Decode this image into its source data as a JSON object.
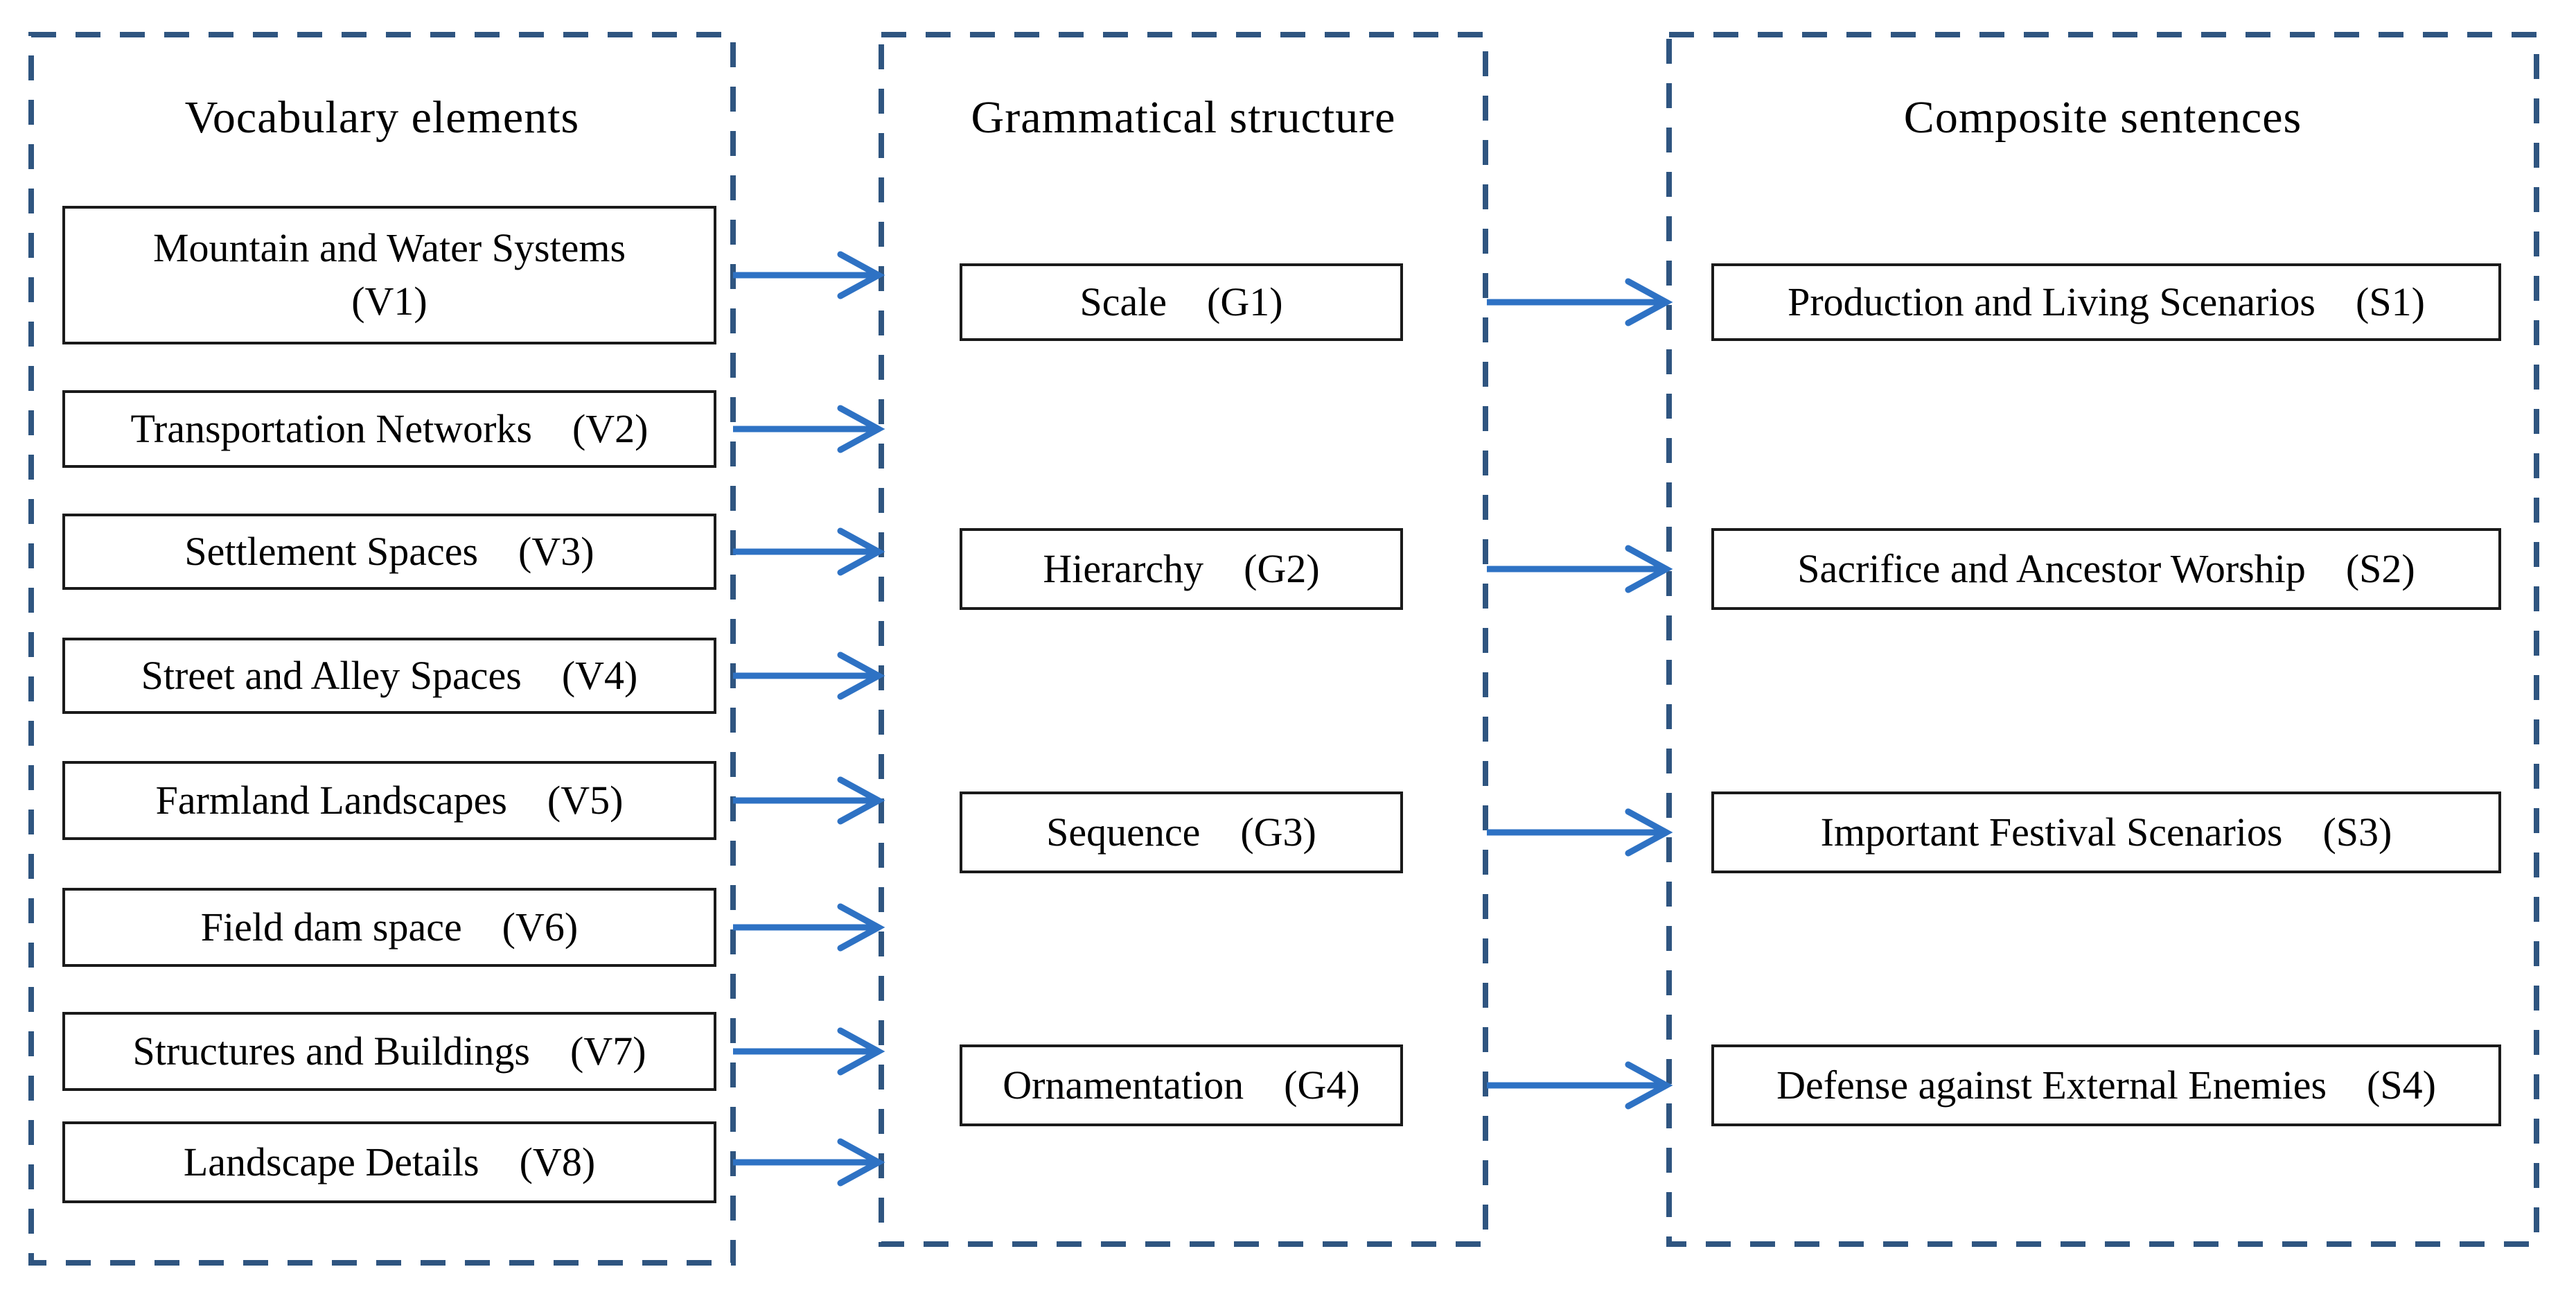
{
  "diagram": {
    "columns": [
      {
        "id": "vocabulary",
        "title": "Vocabulary elements",
        "boxes": [
          {
            "label": "Mountain and Water Systems",
            "code": "(V1)"
          },
          {
            "label": "Transportation Networks (V2)"
          },
          {
            "label": "Settlement Spaces (V3)"
          },
          {
            "label": "Street and Alley Spaces (V4)"
          },
          {
            "label": "Farmland Landscapes (V5)"
          },
          {
            "label": "Field dam space (V6)"
          },
          {
            "label": "Structures and Buildings (V7)"
          },
          {
            "label": "Landscape Details (V8)"
          }
        ]
      },
      {
        "id": "grammar",
        "title": "Grammatical structure",
        "boxes": [
          {
            "label": "Scale (G1)"
          },
          {
            "label": "Hierarchy (G2)"
          },
          {
            "label": "Sequence (G3)"
          },
          {
            "label": "Ornamentation (G4)"
          }
        ]
      },
      {
        "id": "sentences",
        "title": "Composite sentences",
        "boxes": [
          {
            "label": "Production and Living Scenarios (S1)"
          },
          {
            "label": "Sacrifice and Ancestor Worship (S2)"
          },
          {
            "label": "Important Festival Scenarios (S3)"
          },
          {
            "label": "Defense against External Enemies (S4)"
          }
        ]
      }
    ],
    "connections": {
      "vocabulary_to_grammar": [
        "V1",
        "V2",
        "V3",
        "V4",
        "V5",
        "V6",
        "V7",
        "V8"
      ],
      "grammar_to_sentences": [
        [
          "G1",
          "S1"
        ],
        [
          "G2",
          "S2"
        ],
        [
          "G3",
          "S3"
        ],
        [
          "G4",
          "S4"
        ]
      ]
    },
    "colors": {
      "dashed_border": "#2F5580",
      "arrow": "#2E72C4",
      "node_border": "#1A1A1A",
      "text": "#000000"
    }
  }
}
